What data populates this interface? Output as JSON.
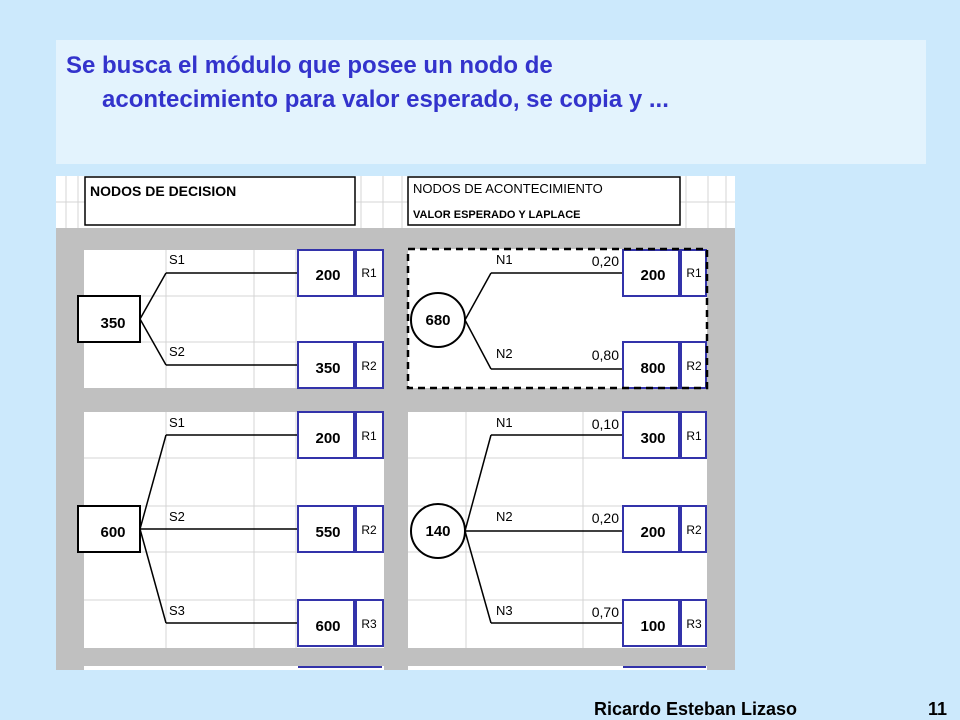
{
  "slide": {
    "title_line1": "Se busca el módulo que posee un nodo de",
    "title_line2": "acontecimiento para valor esperado, se copia y ...",
    "author": "Ricardo Esteban Lizaso",
    "page_number": "11",
    "colors": {
      "background": "#cce9fc",
      "title_text": "#3333cc",
      "title_box": "#e3f3fd"
    }
  },
  "sheet": {
    "header_decision": "NODOS DE DECISION",
    "header_event_line1": "NODOS DE ACONTECIMIENTO",
    "header_event_line2": "VALOR ESPERADO Y LAPLACE",
    "colors": {
      "cell_border": "#3333aa",
      "gray": "#c0c0c0",
      "grid": "#d4d4d4"
    },
    "decision_module_1": {
      "node_value": "350",
      "branches": [
        {
          "label": "S1",
          "value": "200",
          "result": "R1"
        },
        {
          "label": "S2",
          "value": "350",
          "result": "R2"
        }
      ]
    },
    "event_module_1": {
      "node_value": "680",
      "selected": true,
      "branches": [
        {
          "label": "N1",
          "probability": "0,20",
          "value": "200",
          "result": "R1"
        },
        {
          "label": "N2",
          "probability": "0,80",
          "value": "800",
          "result": "R2"
        }
      ]
    },
    "decision_module_2": {
      "node_value": "600",
      "branches": [
        {
          "label": "S1",
          "value": "200",
          "result": "R1"
        },
        {
          "label": "S2",
          "value": "550",
          "result": "R2"
        },
        {
          "label": "S3",
          "value": "600",
          "result": "R3"
        }
      ]
    },
    "event_module_2": {
      "node_value": "140",
      "branches": [
        {
          "label": "N1",
          "probability": "0,10",
          "value": "300",
          "result": "R1"
        },
        {
          "label": "N2",
          "probability": "0,20",
          "value": "200",
          "result": "R2"
        },
        {
          "label": "N3",
          "probability": "0,70",
          "value": "100",
          "result": "R3"
        }
      ]
    }
  }
}
